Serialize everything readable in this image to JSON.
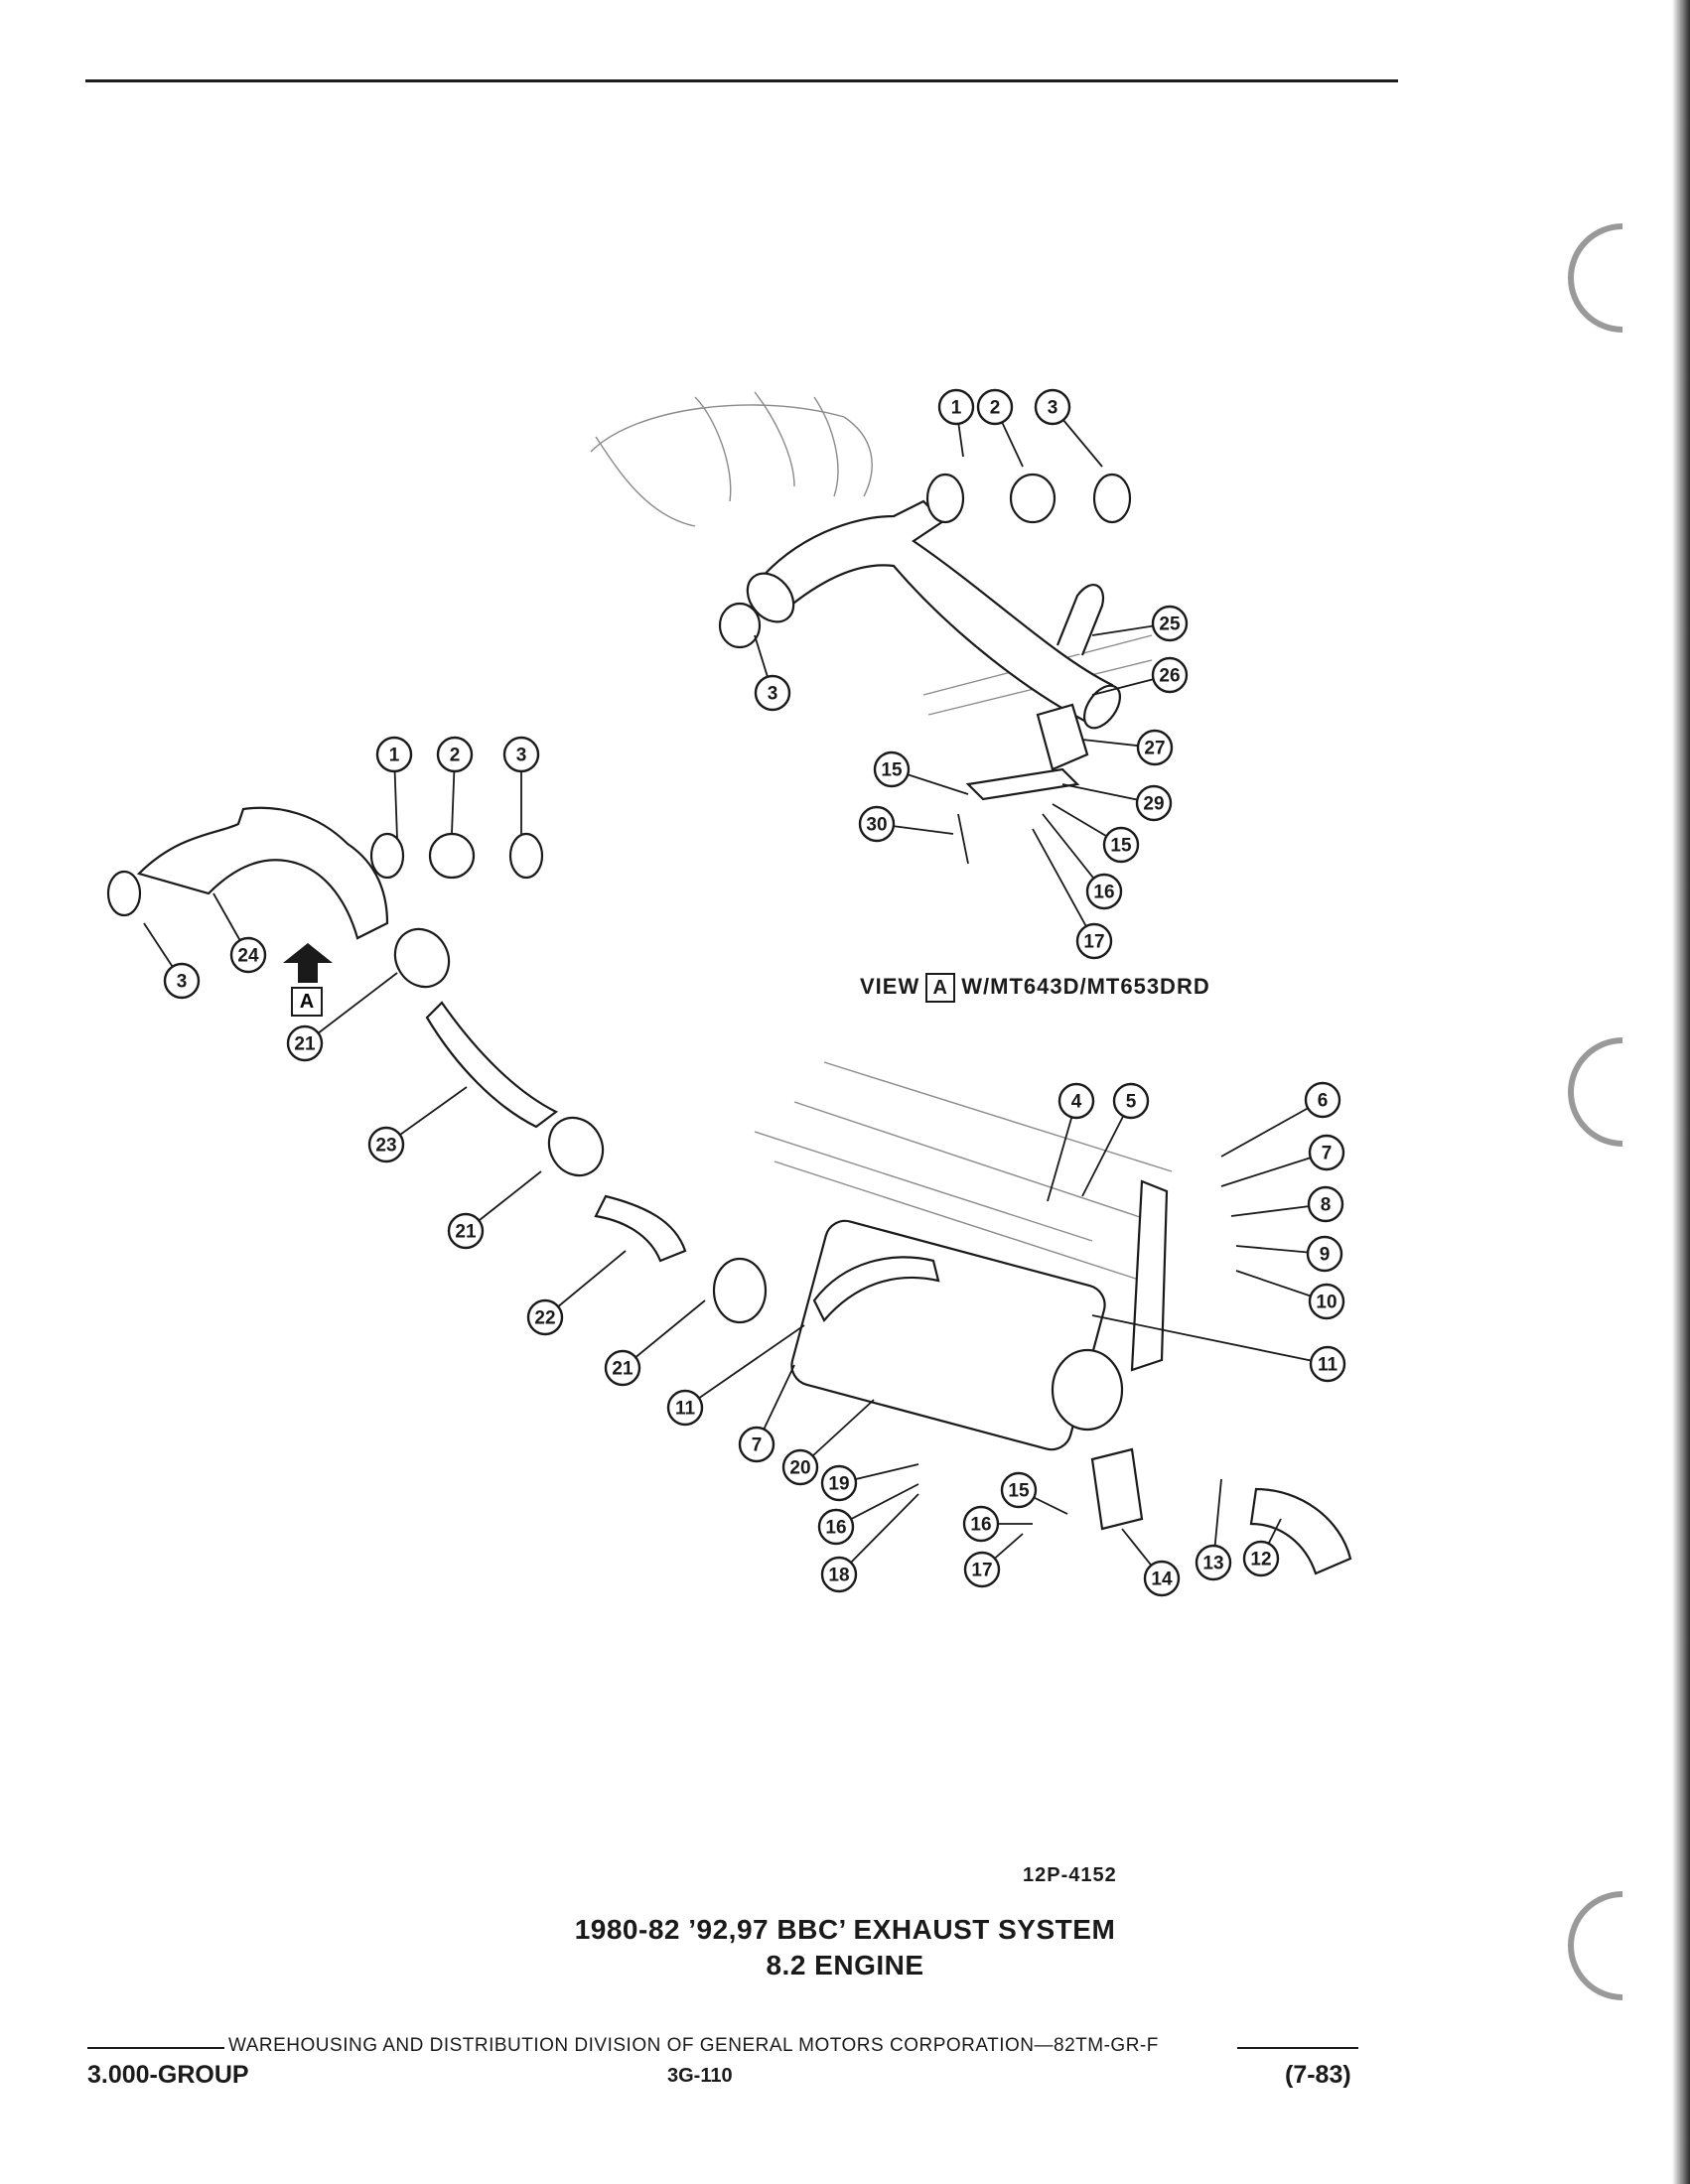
{
  "diagram": {
    "view_label": {
      "prefix": "VIEW",
      "marker": "A",
      "suffix": "W/MT643D/MT653DRD"
    },
    "direction_marker": "A",
    "callouts": [
      "1",
      "2",
      "3",
      "3",
      "25",
      "26",
      "27",
      "15",
      "29",
      "30",
      "15",
      "16",
      "17",
      "1",
      "2",
      "3",
      "24",
      "3",
      "21",
      "23",
      "21",
      "22",
      "21",
      "4",
      "5",
      "6",
      "7",
      "8",
      "9",
      "10",
      "11",
      "11",
      "7",
      "20",
      "19",
      "16",
      "18",
      "15",
      "16",
      "17",
      "14",
      "13",
      "12"
    ]
  },
  "figure": {
    "number": "12P-4152",
    "title_line1": "1980-82 ’92,97 BBC’ EXHAUST SYSTEM",
    "title_line2": "8.2 ENGINE"
  },
  "footer": {
    "publisher": "WAREHOUSING AND DISTRIBUTION  DIVISION OF GENERAL MOTORS CORPORATION—82TM-GR-F",
    "group": "3.000-GROUP",
    "page": "3G-110",
    "date": "(7-83)"
  }
}
